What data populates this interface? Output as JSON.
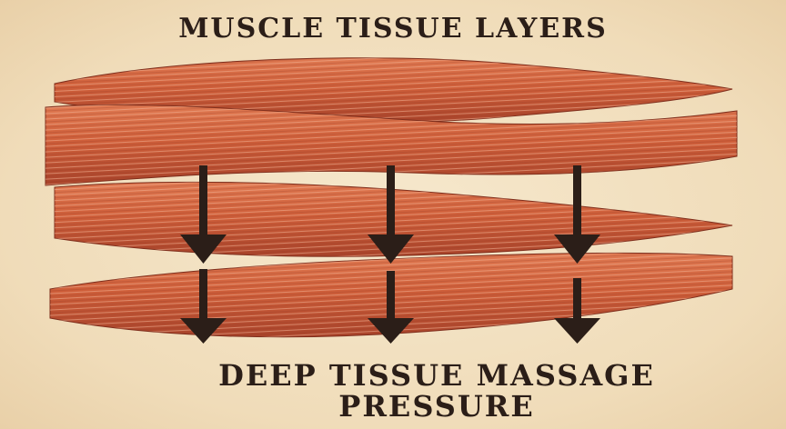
{
  "title": "MUSCLE TISSUE LAYERS",
  "caption": {
    "line1": "DEEP TISSUE MASSAGE",
    "line2": "PRESSURE"
  },
  "colors": {
    "parchment": "#f3e2c4",
    "muscle": "#d2643e",
    "muscle_dark": "#a8432a",
    "fiber_light": "#f2b596",
    "ink": "#2b1e18"
  },
  "icons": [
    "downward-arrow"
  ]
}
